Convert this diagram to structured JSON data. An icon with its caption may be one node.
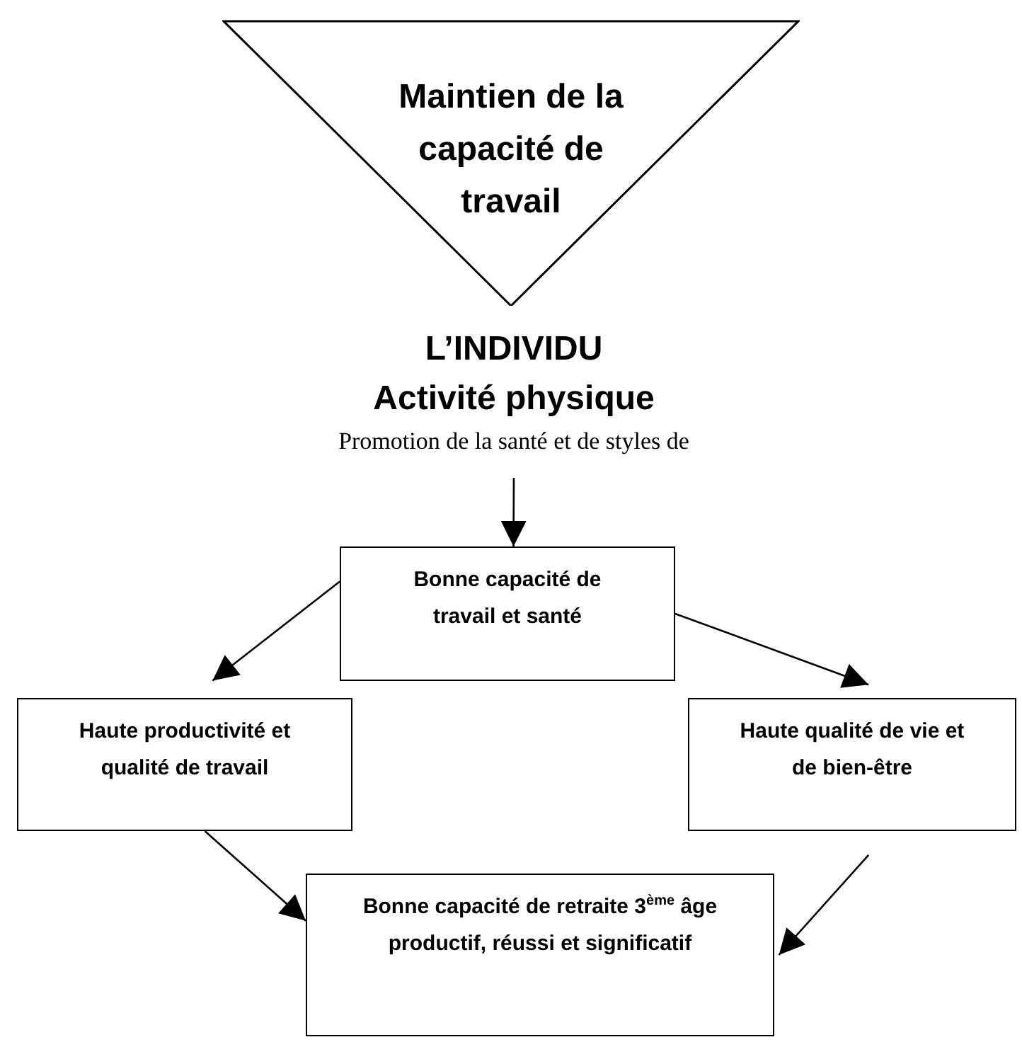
{
  "diagram": {
    "nodes": [
      {
        "text": [
          "Maintien de la capacité de travail"
        ]
      },
      {
        "text": [
          "L’INDIVIDU Activité physique",
          "Promotion de la santé et de styles de"
        ]
      },
      {
        "text": [
          "Bonne capacité de travail et santé"
        ]
      },
      {
        "text": [
          "Haute productivité et qualité de travail"
        ]
      },
      {
        "text": [
          "Haute qualité de vie et de bien-être"
        ]
      },
      {
        "text": [
          "Bonne capacité de retraite 3$^{ème}$ âge productif, réussi et significatif"
        ]
      }
    ],
    "edges": [
      {
        "from": 1,
        "to": 2,
        "arrow": "to"
      },
      {
        "from": 2,
        "to": 3,
        "arrow": "to"
      },
      {
        "from": 2,
        "to": 4,
        "arrow": "to"
      },
      {
        "from": 3,
        "to": 5,
        "arrow": "to"
      },
      {
        "from": 4,
        "to": 5,
        "arrow": "to"
      }
    ]
  }
}
